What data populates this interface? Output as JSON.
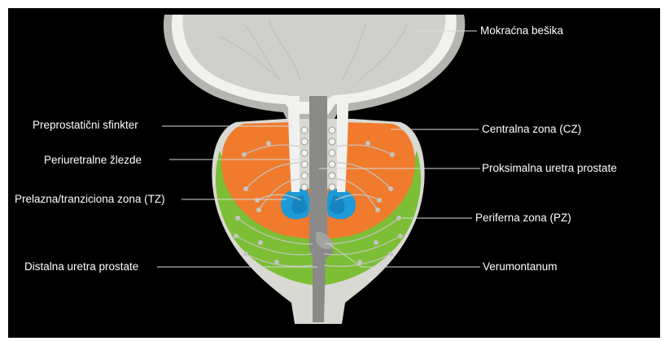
{
  "labels": {
    "bladder": "Mokraćna bešika",
    "preprostatic_sphincter": "Preprostatični sfinkter",
    "central_zone": "Centralna zona (CZ)",
    "periurethral_glands": "Periuretralne žlezde",
    "proximal_urethra": "Proksimalna uretra prostate",
    "transition_zone": "Prelazna/tranziciona zona (TZ)",
    "peripheral_zone": "Periferna zona (PZ)",
    "distal_urethra": "Distalna uretra prostate",
    "verumontanum": "Verumontanum"
  },
  "colors": {
    "background": "#000000",
    "capsule": "#d9d9d4",
    "bladder_wall": "#b4b4b0",
    "bladder_lumen": "#cfcfcb",
    "urethra": "#8a8a88",
    "central_zone": "#f07b2d",
    "peripheral_zone": "#7cbf36",
    "transition_zone": "#1e9ad6",
    "gland_dot": "#c4c4c0",
    "leader_line": "#d8d8d8",
    "label_text": "#ffffff"
  }
}
